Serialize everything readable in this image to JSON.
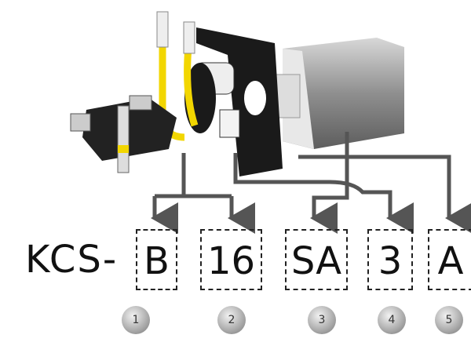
{
  "prefix": "KCS-",
  "segments": [
    {
      "code": "B",
      "number": "1"
    },
    {
      "code": "16",
      "number": "2"
    },
    {
      "code": "SA",
      "number": "3"
    },
    {
      "code": "3",
      "number": "4"
    },
    {
      "code": "A",
      "number": "5"
    }
  ],
  "colors": {
    "tube": "#f2d600",
    "arrow": "#555555",
    "bracket": "#1a1a1a",
    "motor": "#8f8f8f"
  }
}
